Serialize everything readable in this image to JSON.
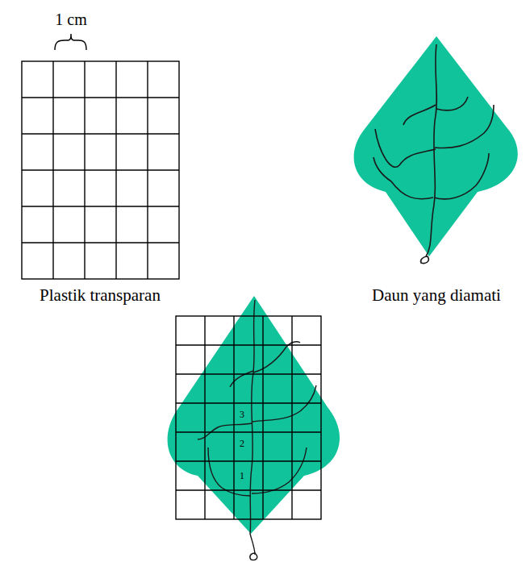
{
  "diagram": {
    "labels": [
      "1 cm",
      "Plastik transparan",
      "Daun yang diamati",
      "3",
      "2",
      "1"
    ]
  }
}
